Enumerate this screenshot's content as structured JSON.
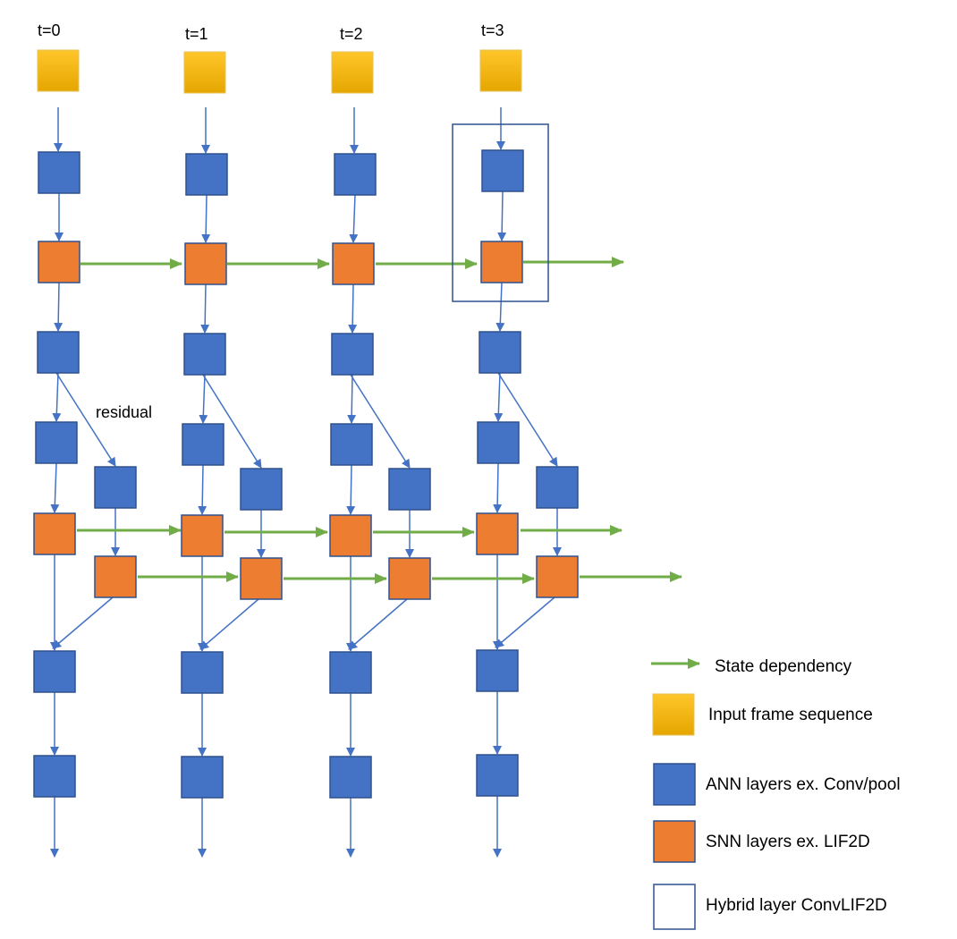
{
  "time_steps": [
    "t=0",
    "t=1",
    "t=2",
    "t=3"
  ],
  "residual_label": "residual",
  "legend": {
    "state": "State dependency",
    "input": "Input frame sequence",
    "ann": "ANN layers ex. Conv/pool",
    "snn": "SNN layers ex. LIF2D",
    "hybrid": "Hybrid layer ConvLIF2D"
  },
  "colors": {
    "ann_fill": "#4472C4",
    "ann_edge": "#2F528F",
    "snn_fill": "#ED7D31",
    "snn_edge": "#2F528F",
    "input_top": "#FFC000",
    "input_bottom": "#E6A800",
    "arrow_blue": "#4472C4",
    "arrow_green": "#70AD47",
    "hybrid_edge": "#2F528F"
  }
}
